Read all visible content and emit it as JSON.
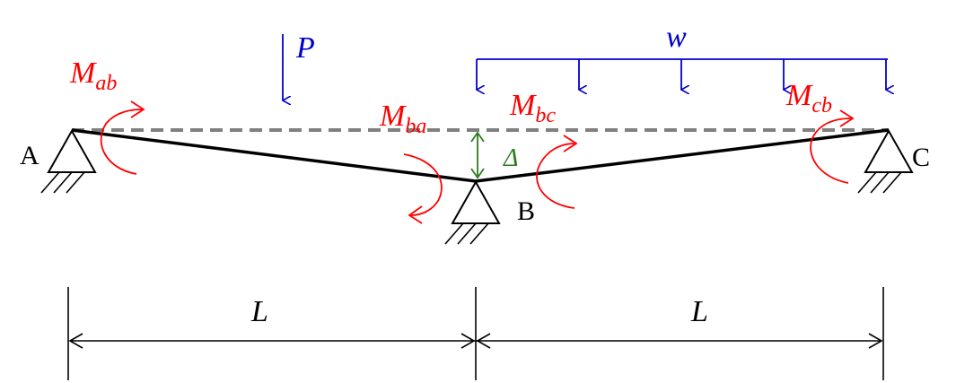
{
  "colors": {
    "structure": "#000000",
    "moment": "#ff0000",
    "load": "#0000cc",
    "deflection": "#2e7d1e",
    "reference": "#808080"
  },
  "labels": {
    "support_a": "A",
    "support_b": "B",
    "support_c": "C",
    "point_load": "P",
    "distributed_load": "w",
    "deflection": "Δ",
    "span_ab": "L",
    "span_bc": "L",
    "moment_ab": {
      "main": "M",
      "sub": "ab"
    },
    "moment_ba": {
      "main": "M",
      "sub": "ba"
    },
    "moment_bc": {
      "main": "M",
      "sub": "bc"
    },
    "moment_cb": {
      "main": "M",
      "sub": "cb"
    }
  }
}
